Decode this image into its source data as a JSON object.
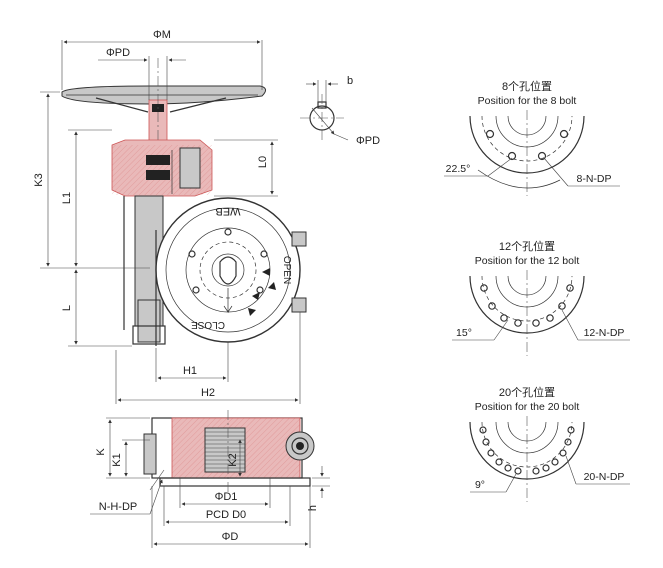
{
  "dims": {
    "phiM": "ΦM",
    "phiPD": "ΦPD",
    "K3": "K3",
    "L1": "L1",
    "L": "L",
    "L0": "L0",
    "H1": "H1",
    "H2": "H2",
    "K": "K",
    "K1": "K1",
    "K2": "K2",
    "NHDP": "N-H-DP",
    "phiD1": "ΦD1",
    "pcdD0": "PCD D0",
    "phiD": "ΦD",
    "h": "h"
  },
  "keyway": {
    "b": "b",
    "phiPD": "ΦPD"
  },
  "labels": {
    "web": "WEB",
    "open": "OPEN",
    "close": "CLOSE"
  },
  "bolts": [
    {
      "title_cn": "8个孔位置",
      "title_en": "Position for the 8 bolt",
      "angle": "22.5°",
      "label": "8-N-DP"
    },
    {
      "title_cn": "12个孔位置",
      "title_en": "Position for the 12 bolt",
      "angle": "15°",
      "label": "12-N-DP"
    },
    {
      "title_cn": "20个孔位置",
      "title_en": "Position for the 20 bolt",
      "angle": "9°",
      "label": "20-N-DP"
    }
  ]
}
